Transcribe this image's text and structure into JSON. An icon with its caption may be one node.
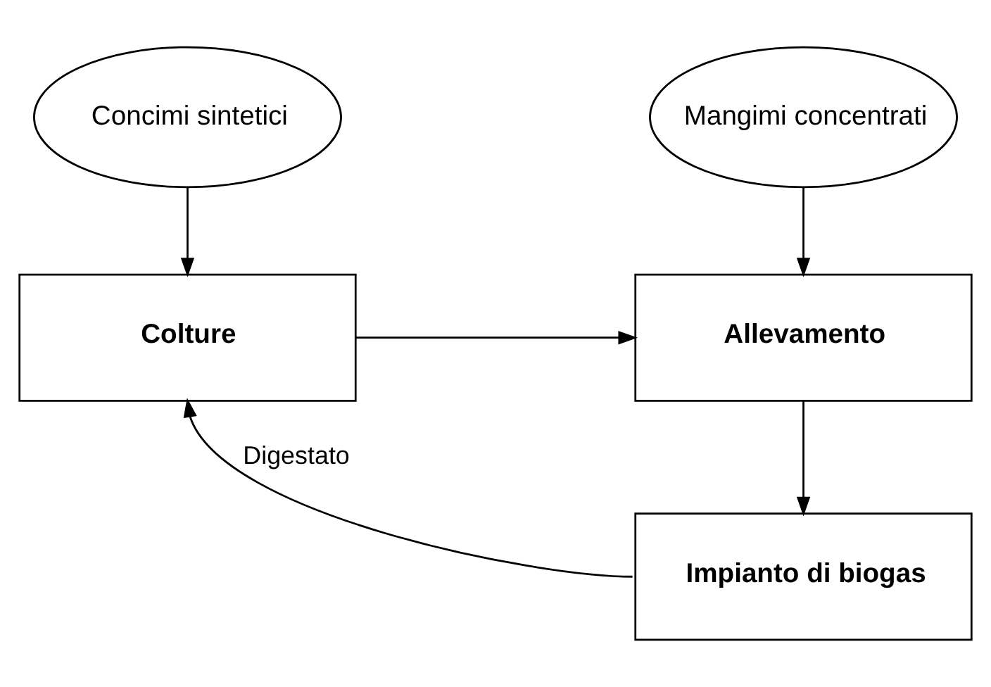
{
  "diagram": {
    "nodes": [
      {
        "text": [
          "Concimi sintetici"
        ]
      },
      {
        "text": [
          "Mangimi concentrati"
        ]
      },
      {
        "text": [
          "Colture"
        ]
      },
      {
        "text": [
          "Allevamento"
        ]
      },
      {
        "text": [
          "Impianto di biogas"
        ]
      }
    ],
    "edges": [
      {
        "from": 0,
        "to": 2,
        "arrow": "to"
      },
      {
        "from": 1,
        "to": 3,
        "arrow": "to"
      },
      {
        "from": 2,
        "to": 3,
        "arrow": "to"
      },
      {
        "from": 3,
        "to": 4,
        "arrow": "to"
      },
      {
        "from": 4,
        "to": 2,
        "arrow": "to",
        "label": "Digestato"
      }
    ]
  }
}
